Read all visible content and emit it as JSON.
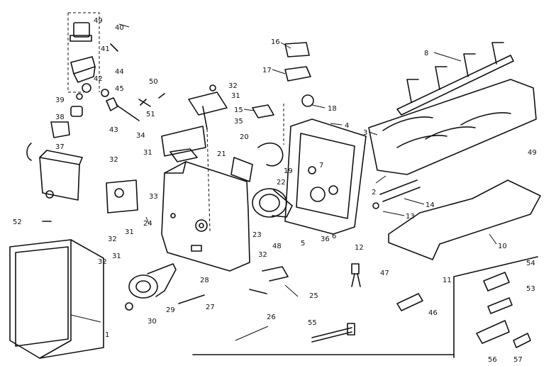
{
  "diagram": {
    "callouts": [
      {
        "id": "c1",
        "label": "1"
      },
      {
        "id": "c2",
        "label": "2"
      },
      {
        "id": "c3",
        "label": "3"
      },
      {
        "id": "c4",
        "label": "4"
      },
      {
        "id": "c5",
        "label": "5"
      },
      {
        "id": "c6",
        "label": "6"
      },
      {
        "id": "c7",
        "label": "7"
      },
      {
        "id": "c8",
        "label": "8"
      },
      {
        "id": "c10",
        "label": "10"
      },
      {
        "id": "c11",
        "label": "11"
      },
      {
        "id": "c12",
        "label": "12"
      },
      {
        "id": "c13",
        "label": "13"
      },
      {
        "id": "c14",
        "label": "14"
      },
      {
        "id": "c15",
        "label": "15"
      },
      {
        "id": "c16",
        "label": "16"
      },
      {
        "id": "c17",
        "label": "17"
      },
      {
        "id": "c18",
        "label": "18"
      },
      {
        "id": "c19",
        "label": "19"
      },
      {
        "id": "c20",
        "label": "20"
      },
      {
        "id": "c21",
        "label": "21"
      },
      {
        "id": "c22",
        "label": "22"
      },
      {
        "id": "c23",
        "label": "23"
      },
      {
        "id": "c24",
        "label": "24"
      },
      {
        "id": "c25",
        "label": "25"
      },
      {
        "id": "c26",
        "label": "26"
      },
      {
        "id": "c27",
        "label": "27"
      },
      {
        "id": "c28",
        "label": "28"
      },
      {
        "id": "c29",
        "label": "29"
      },
      {
        "id": "c30",
        "label": "30"
      },
      {
        "id": "c31a",
        "label": "31"
      },
      {
        "id": "c31b",
        "label": "31"
      },
      {
        "id": "c31c",
        "label": "31"
      },
      {
        "id": "c31d",
        "label": "31"
      },
      {
        "id": "c32a",
        "label": "32"
      },
      {
        "id": "c32b",
        "label": "32"
      },
      {
        "id": "c32c",
        "label": "32"
      },
      {
        "id": "c32d",
        "label": "32"
      },
      {
        "id": "c32e",
        "label": "32"
      },
      {
        "id": "c33",
        "label": "33"
      },
      {
        "id": "c34",
        "label": "34"
      },
      {
        "id": "c35",
        "label": "35"
      },
      {
        "id": "c36",
        "label": "36"
      },
      {
        "id": "c37",
        "label": "37"
      },
      {
        "id": "c38",
        "label": "38"
      },
      {
        "id": "c39",
        "label": "39"
      },
      {
        "id": "c40",
        "label": "40"
      },
      {
        "id": "c41",
        "label": "41"
      },
      {
        "id": "c42",
        "label": "42"
      },
      {
        "id": "c43",
        "label": "43"
      },
      {
        "id": "c44",
        "label": "44"
      },
      {
        "id": "c45",
        "label": "45"
      },
      {
        "id": "c46",
        "label": "46"
      },
      {
        "id": "c47",
        "label": "47"
      },
      {
        "id": "c48",
        "label": "48"
      },
      {
        "id": "c49a",
        "label": "49"
      },
      {
        "id": "c49b",
        "label": "49"
      },
      {
        "id": "c50",
        "label": "50"
      },
      {
        "id": "c51",
        "label": "51"
      },
      {
        "id": "c52",
        "label": "52"
      },
      {
        "id": "c53",
        "label": "53"
      },
      {
        "id": "c54",
        "label": "54"
      },
      {
        "id": "c55",
        "label": "55"
      },
      {
        "id": "c56",
        "label": "56"
      },
      {
        "id": "c57",
        "label": "57"
      }
    ]
  }
}
